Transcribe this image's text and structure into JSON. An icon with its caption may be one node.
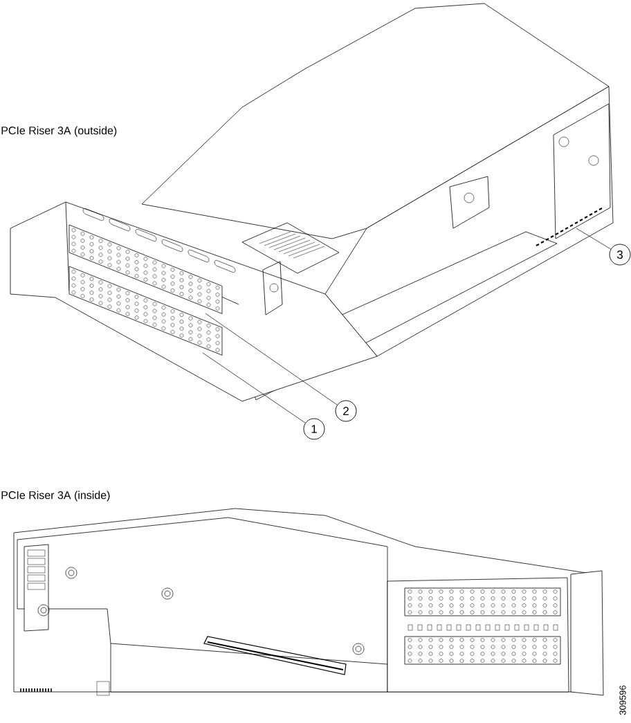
{
  "diagram": {
    "nodes": [
      {
        "text": [
          "1"
        ]
      },
      {
        "text": [
          "2"
        ]
      },
      {
        "text": [
          "3"
        ]
      }
    ],
    "edges": [
      {
        "from": 0,
        "to": null,
        "arrow": "none"
      },
      {
        "from": 1,
        "to": null,
        "arrow": "none"
      },
      {
        "from": 2,
        "to": null,
        "arrow": "none"
      }
    ],
    "labels": [
      "PCIe Riser 3A (outside)",
      "PCIe Riser 3A (inside)",
      "309596"
    ]
  }
}
